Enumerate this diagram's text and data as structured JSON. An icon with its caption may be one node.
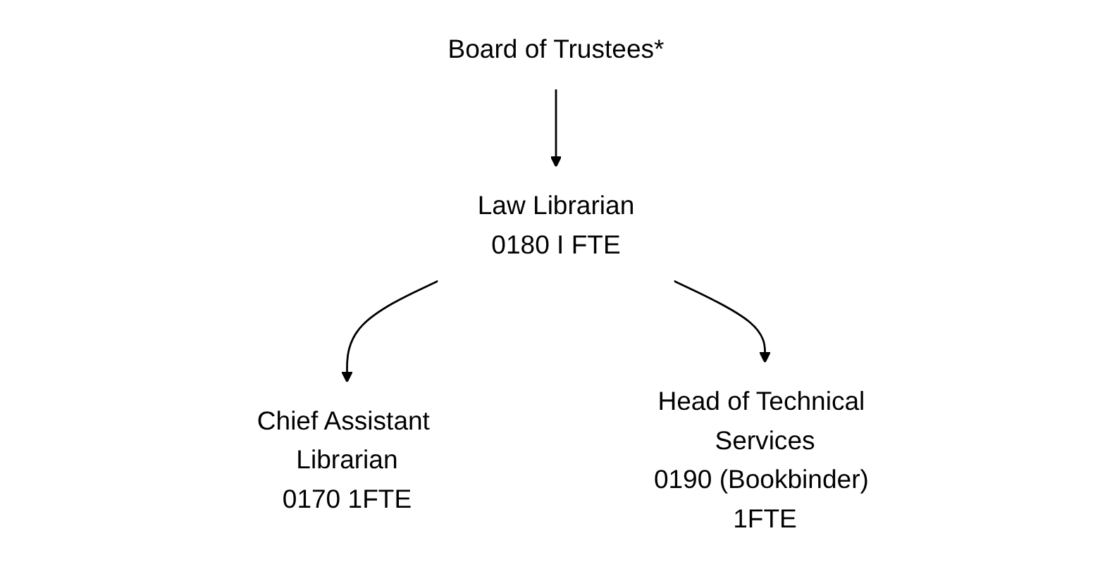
{
  "diagram": {
    "nodes": [
      {
        "text": [
          "Board of Trustees*"
        ]
      },
      {
        "text": [
          "Law Librarian",
          "0180 I FTE"
        ]
      },
      {
        "text": [
          "Chief Assistant Librarian",
          "0170 1FTE"
        ]
      },
      {
        "text": [
          "Head of Technical Services",
          "0190 (Bookbinder) 1FTE"
        ]
      }
    ],
    "edges": [
      {
        "from": 0,
        "to": 1,
        "arrow": "to"
      },
      {
        "from": 1,
        "to": 2,
        "arrow": "to"
      },
      {
        "from": 1,
        "to": 3,
        "arrow": "to"
      }
    ]
  }
}
